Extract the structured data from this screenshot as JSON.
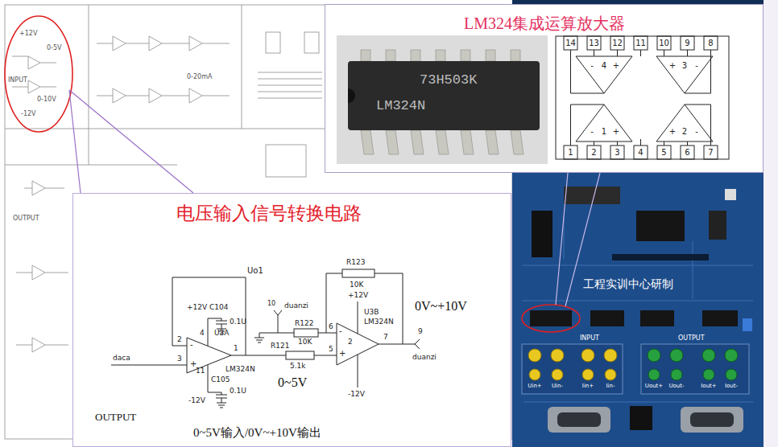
{
  "diagram": {
    "nodes": [
      {
        "text": [
          "LM324集成运算放大器"
        ]
      },
      {
        "text": [
          "73H503K",
          "LM324N"
        ],
        "in": 0
      },
      {
        "text": [
          "电压输入信号转换电路"
        ]
      },
      {
        "text": [
          "工程实训中心研制"
        ]
      }
    ],
    "labels": [
      "+12V",
      "INPUT",
      "0-5V",
      "-12V",
      "0-10V",
      "OUTPUT",
      "0-20mA",
      "14",
      "13",
      "12",
      "11",
      "10",
      "9",
      "8",
      "1",
      "2",
      "3",
      "4",
      "5",
      "6",
      "7",
      "4",
      "3",
      "1",
      "2",
      "-",
      "+",
      "+",
      "-",
      "-",
      "+",
      "+",
      "-",
      "Uo1",
      "R123",
      "10K",
      "+12V",
      "+12V C104",
      "0.1U",
      "10",
      "duanzi",
      "U3B",
      "LM324N",
      "0V~+10V",
      "6",
      "R122",
      "10K",
      "2",
      "7",
      "9",
      "5",
      "R121",
      "5.1k",
      "0~5V",
      "duanzi",
      "U3A",
      "1",
      "2",
      "3",
      "daca",
      "LM324N",
      "C105",
      "0.1U",
      "-12V",
      "-12V",
      "4",
      "11",
      "-",
      "+",
      "-",
      "+",
      "OUTPUT",
      "0~5V输入/0V~+10V输出",
      "INPUT",
      "OUTPUT",
      "Uin+",
      "Uin-",
      "Iin+",
      "Iin-",
      "Uout+",
      "Uout-",
      "Iout+",
      "Iout-"
    ]
  }
}
